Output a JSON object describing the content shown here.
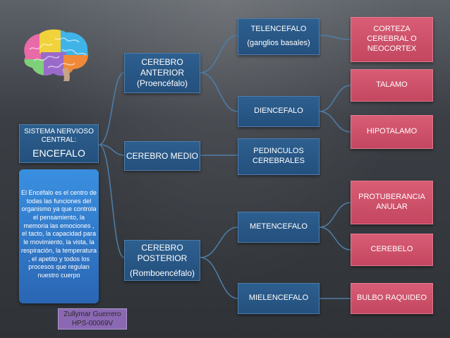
{
  "root": {
    "label_line1": "SISTEMA NERVIOSO",
    "label_line2": "CENTRAL:",
    "label_main": "ENCEFALO"
  },
  "description": "El Encéfalo es el centro de todas las funciones del organismo ya que controla el pensamiento, la memoria las emociones , el tacto, la capacidad para le movimiento, la vista, la respiración,  la temperatura , el apetito y todos los procesos que regulan nuestro cuerpo",
  "author": {
    "name": "Zullymar Guerrero",
    "id": "HPS-00069V"
  },
  "level1": {
    "anterior": {
      "line1": "CEREBRO",
      "line2": "ANTERIOR",
      "line3": "(Proencéfalo)"
    },
    "medio": {
      "line1": "CEREBRO MEDIO"
    },
    "posterior": {
      "line1": "CEREBRO",
      "line2": "POSTERIOR",
      "line3": "(Romboencéfalo)"
    }
  },
  "level2": {
    "telencefalo": {
      "line1": "TELENCEFALO",
      "line2": "(ganglios basales)"
    },
    "diencefalo": {
      "line1": "DIENCEFALO"
    },
    "pedinculos": {
      "line1": "PEDINCULOS",
      "line2": "CEREBRALES"
    },
    "metencefalo": {
      "line1": "METENCEFALO"
    },
    "mielencefalo": {
      "line1": "MIELENCEFALO"
    }
  },
  "level3": {
    "corteza": {
      "line1": "CORTEZA",
      "line2": "CEREBRAL O",
      "line3": "NEOCORTEX"
    },
    "talamo": {
      "line1": "TALAMO"
    },
    "hipotalamo": {
      "line1": "HIPOTALAMO"
    },
    "protuberancia": {
      "line1": "PROTUBERANCIA",
      "line2": "ANULAR"
    },
    "cerebelo": {
      "line1": "CEREBELO"
    },
    "bulbo": {
      "line1": "BULBO RAQUIDEO"
    }
  },
  "colors": {
    "node_blue": "#2d5f8f",
    "node_pink": "#c44660",
    "description_blue": "#3a8fe0",
    "author_purple": "#8b68b3",
    "connector": "#4f7eaa"
  },
  "icons": {
    "brain": "brain-icon"
  }
}
